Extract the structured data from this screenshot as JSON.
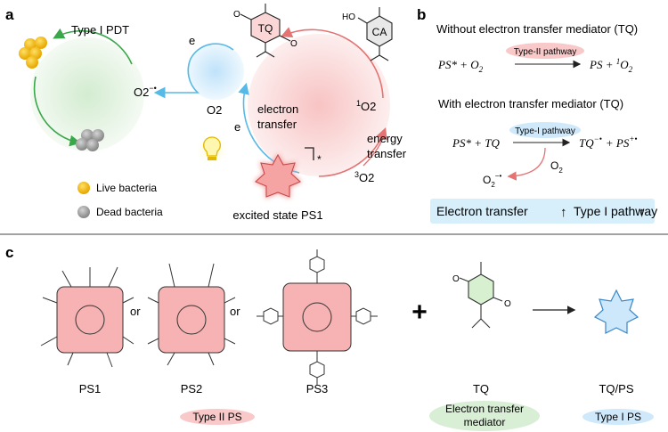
{
  "panels": {
    "a": "a",
    "b": "b",
    "c": "c"
  },
  "panel_a": {
    "type1_pdt": "Type I PDT",
    "e_left": "e",
    "e_mid": "e",
    "o2": "O2",
    "o2_sup": "−•",
    "o2_plain": "O2",
    "tq": "TQ",
    "ho": "HO",
    "ca": "CA",
    "electron_transfer_1": "electron",
    "electron_transfer_2": "transfer",
    "singlet_pre": "1",
    "singlet_o2": "O2",
    "energy_transfer_1": "energy",
    "energy_transfer_2": "transfer",
    "triplet_pre": "3",
    "triplet_o2": "O2",
    "star": "*",
    "excited_state": "excited state PS1",
    "legend_live": "Live bacteria",
    "legend_dead": "Dead bacteria"
  },
  "panel_b": {
    "without_title": "Without electron transfer mediator (TQ)",
    "type2_pathway": "Type-II pathway",
    "eq1_left": "PS* + O",
    "eq1_right": "PS + ",
    "eq1_singlet": "1",
    "eq1_o2": "O",
    "with_title": "With electron transfer mediator (TQ)",
    "type1_pathway": "Type-I pathway",
    "eq2_left": "PS* + TQ",
    "eq2_tq": "TQ",
    "eq2_tq_sup": "−•",
    "eq2_plus": "+ PS",
    "eq2_ps_sup": "+•",
    "o2": "O2",
    "o2_radical": "O2",
    "o2_radical_sup": "−•",
    "summary_electron": "Electron transfer",
    "summary_type1": "Type I pathway",
    "arrow_up": "↑"
  },
  "panel_c": {
    "ps1": "PS1",
    "ps2": "PS2",
    "ps3": "PS3",
    "or1": "or",
    "or2": "or",
    "plus": "+",
    "tq": "TQ",
    "tqps": "TQ/PS",
    "type2_ps": "Type II PS",
    "mediator_1": "Electron transfer",
    "mediator_2": "mediator",
    "type1_ps": "Type I PS"
  },
  "colors": {
    "pink": "#f2a7a7",
    "pink_light": "#fbdada",
    "blue_light": "#cfe9fb",
    "green_light": "#dff0dc",
    "arrow_green": "#3aa84a",
    "arrow_blue": "#57b9e6",
    "arrow_red": "#e47373",
    "summary_bg": "#d7eefb",
    "bacteria_live": "#f2b800",
    "bacteria_dead": "#9a9a9a"
  }
}
